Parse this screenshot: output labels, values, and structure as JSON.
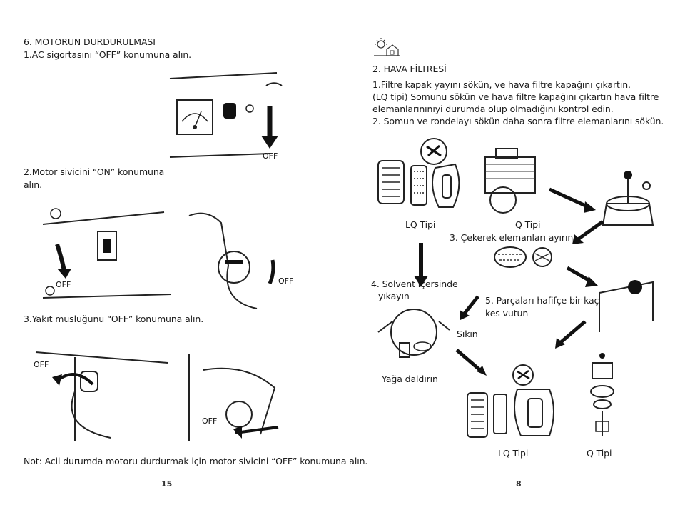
{
  "left_page": {
    "heading": "6. MOTORUN DURDURULMASI",
    "step1": "1.AC sigortasını “OFF” konumuna alın.",
    "step2_line1": "2.Motor sivicini “ON” konumuna",
    "step2_line2": "alın.",
    "step3": "3.Yakıt musluğunu “OFF” konumuna alın.",
    "note": "Not: Acil durumda motoru durdurmak için motor sivicini “OFF” konumuna alın.",
    "off_labels": [
      "OFF",
      "OFF",
      "OFF",
      "OFF",
      "OFF"
    ],
    "page_number": "15"
  },
  "right_page": {
    "heading": "2. HAVA FİLTRESİ",
    "para_line1": "1.Filtre  kapak  yayını  sökün,  ve  hava  filtre  kapağını  çıkartın.",
    "para_line2": "(LQ tipi) Somunu sökün ve hava filtre kapağını çıkartın hava filtre",
    "para_line3": "elemanlarınınıyi durumda olup olmadığını kontrol edin.",
    "para_line4": "2. Somun ve rondelayı sökün daha sonra filtre elemanlarını sökün.",
    "lq_label_top": "LQ Tipi",
    "q_label_top": "Q Tipi",
    "step3": "3. Çekerek elemanları ayırın.",
    "step4_line1": "4. Solvent içersinde",
    "step4_line2": "yıkayın",
    "step5_line1": "5. Parçaları hafifçe bir kaç",
    "step5_line2": "kes vutun",
    "squeeze": "Sıkın",
    "oil_dip": "Yağa daldırın",
    "lq_label_bottom": "LQ Tipi",
    "q_label_bottom": "Q Tipi",
    "page_number": "8"
  }
}
